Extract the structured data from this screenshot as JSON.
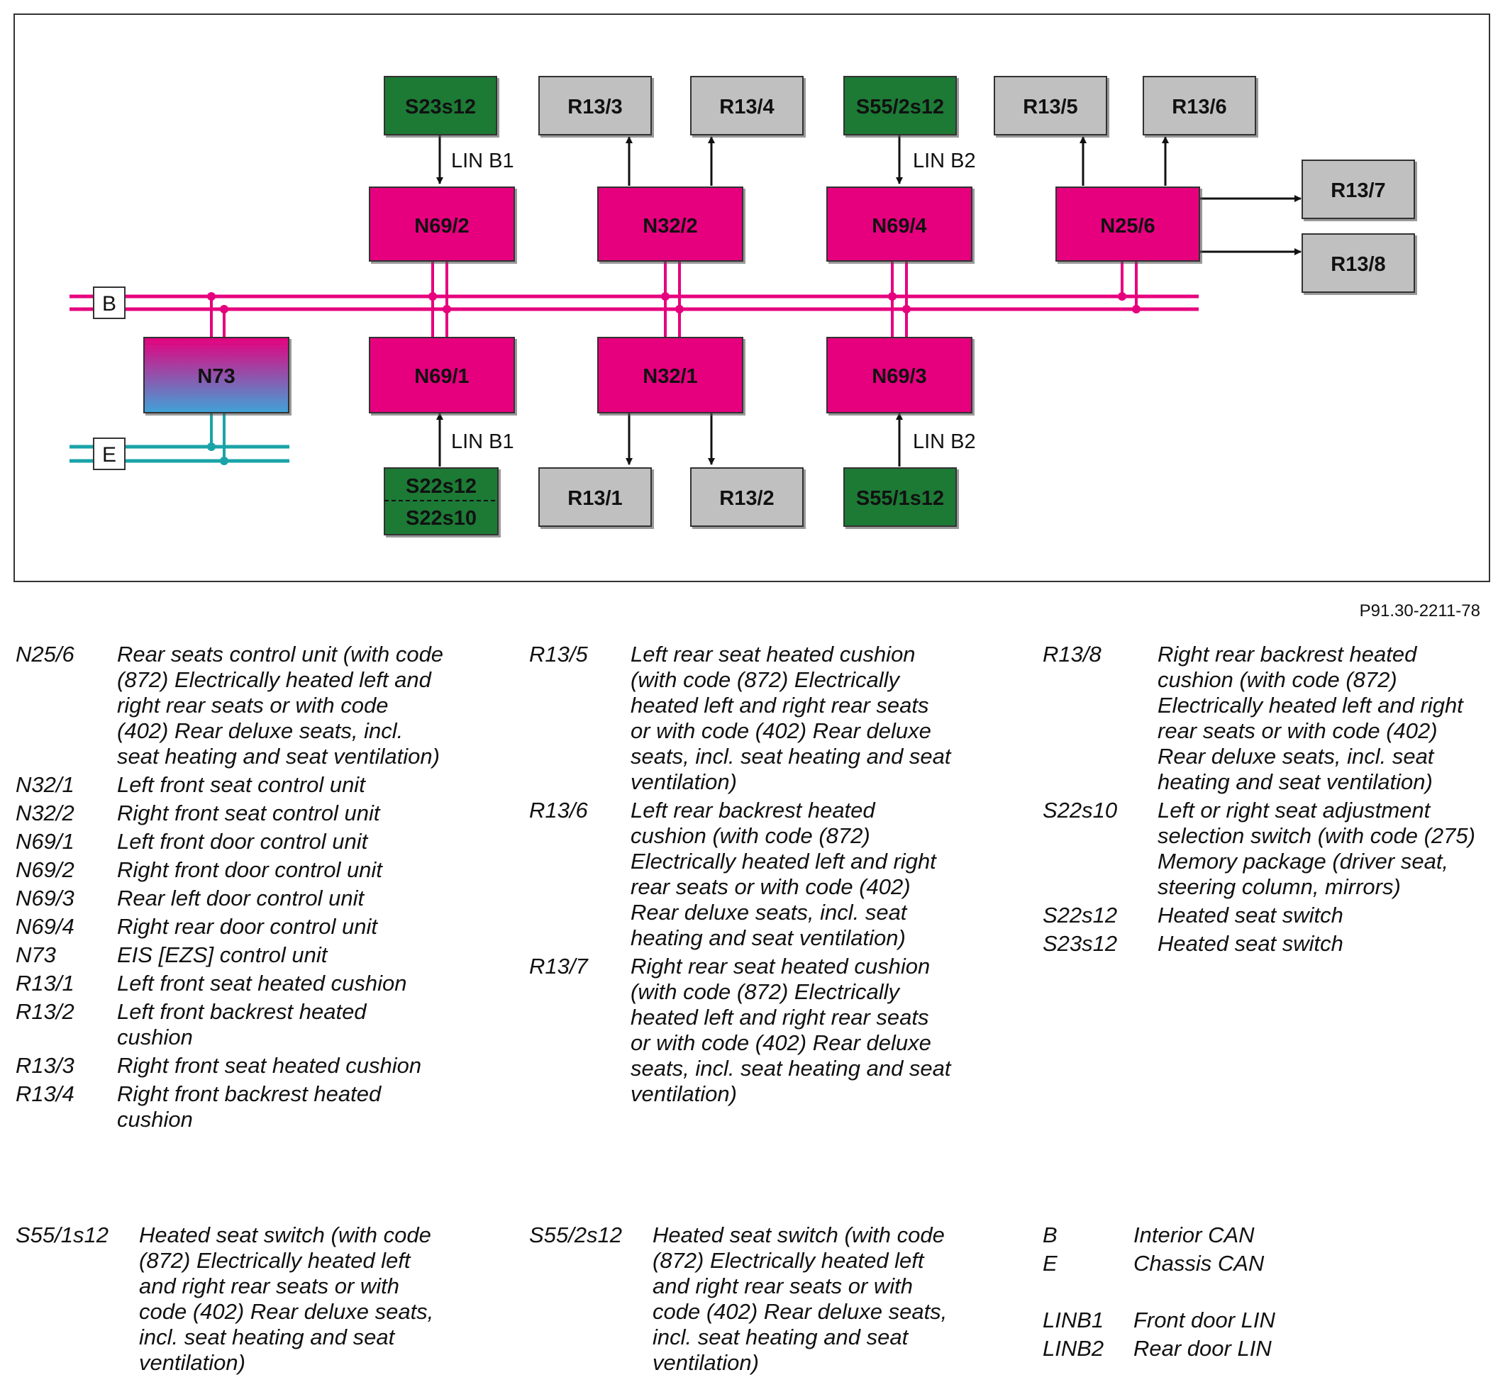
{
  "diagram": {
    "nodes": [
      {
        "id": "S23s12",
        "label": "S23s12"
      },
      {
        "id": "R13/3",
        "label": "R13/3"
      },
      {
        "id": "R13/4",
        "label": "R13/4"
      },
      {
        "id": "S55/2s12",
        "label": "S55/2s12"
      },
      {
        "id": "R13/5",
        "label": "R13/5"
      },
      {
        "id": "R13/6",
        "label": "R13/6"
      },
      {
        "id": "N69/2",
        "label": "N69/2"
      },
      {
        "id": "N32/2",
        "label": "N32/2"
      },
      {
        "id": "N69/4",
        "label": "N69/4"
      },
      {
        "id": "N25/6",
        "label": "N25/6"
      },
      {
        "id": "R13/7",
        "label": "R13/7"
      },
      {
        "id": "R13/8",
        "label": "R13/8"
      },
      {
        "id": "N73",
        "label": "N73"
      },
      {
        "id": "N69/1",
        "label": "N69/1"
      },
      {
        "id": "N32/1",
        "label": "N32/1"
      },
      {
        "id": "N69/3",
        "label": "N69/3"
      },
      {
        "id": "S22s12",
        "label": "S22s12"
      },
      {
        "id": "S22s10",
        "label": "S22s10"
      },
      {
        "id": "R13/1",
        "label": "R13/1"
      },
      {
        "id": "R13/2",
        "label": "R13/2"
      },
      {
        "id": "S55/1s12",
        "label": "S55/1s12"
      }
    ],
    "lin_labels": {
      "top_left": "LIN B1",
      "top_right": "LIN B2",
      "bottom_left": "LIN B1",
      "bottom_right": "LIN B2"
    },
    "bus_labels": {
      "interior": "B",
      "chassis": "E"
    },
    "edges": [
      {
        "from": "S23s12",
        "to": "N69/2",
        "label": "LIN B1"
      },
      {
        "from": "N32/2",
        "to": "R13/3"
      },
      {
        "from": "N32/2",
        "to": "R13/4"
      },
      {
        "from": "S55/2s12",
        "to": "N69/4",
        "label": "LIN B2"
      },
      {
        "from": "N25/6",
        "to": "R13/5"
      },
      {
        "from": "N25/6",
        "to": "R13/6"
      },
      {
        "from": "N25/6",
        "to": "R13/7"
      },
      {
        "from": "N25/6",
        "to": "R13/8"
      },
      {
        "from": "S22s12",
        "to": "N69/1",
        "label": "LIN B1"
      },
      {
        "from": "N32/1",
        "to": "R13/1"
      },
      {
        "from": "N32/1",
        "to": "R13/2"
      },
      {
        "from": "S55/1s12",
        "to": "N69/3",
        "label": "LIN B2"
      }
    ],
    "colors": {
      "control_unit": "#e6007e",
      "switch": "#1f7a35",
      "heater": "#c0c0c0",
      "bus_b": "#e6007e",
      "bus_e": "#1aa3a8",
      "n73_top": "#e6007e",
      "n73_bottom": "#3fa3d8"
    }
  },
  "doc_code": "P91.30-2211-78",
  "legend": {
    "col1": [
      {
        "key": "N25/6",
        "desc": "Rear seats control unit (with code\n(872) Electrically heated left and\nright rear seats or with code\n(402) Rear deluxe seats, incl.\nseat heating and seat ventilation)"
      },
      {
        "key": "N32/1",
        "desc": "Left front seat control unit"
      },
      {
        "key": "N32/2",
        "desc": "Right front seat control unit"
      },
      {
        "key": "N69/1",
        "desc": "Left front door control unit"
      },
      {
        "key": "N69/2",
        "desc": "Right front door control unit"
      },
      {
        "key": "N69/3",
        "desc": "Rear left door control unit"
      },
      {
        "key": "N69/4",
        "desc": "Right rear door control unit"
      },
      {
        "key": "N73",
        "desc": "EIS [EZS] control unit"
      },
      {
        "key": "R13/1",
        "desc": "Left front seat heated cushion"
      },
      {
        "key": "R13/2",
        "desc": "Left front backrest heated\ncushion"
      },
      {
        "key": "R13/3",
        "desc": "Right front seat heated cushion"
      },
      {
        "key": "R13/4",
        "desc": "Right front backrest heated\ncushion"
      }
    ],
    "col2": [
      {
        "key": "R13/5",
        "desc": "Left rear seat heated cushion\n(with code (872) Electrically\nheated left and right rear seats\nor with code (402) Rear deluxe\nseats, incl. seat heating and seat\nventilation)"
      },
      {
        "key": "R13/6",
        "desc": "Left rear backrest heated\ncushion (with code (872)\nElectrically heated left and right\nrear seats or with code (402)\nRear deluxe seats, incl. seat\nheating and seat ventilation)"
      },
      {
        "key": "R13/7",
        "desc": "Right rear seat heated cushion\n(with code (872) Electrically\nheated left and right rear seats\nor with code (402) Rear deluxe\nseats, incl. seat heating and seat\nventilation)"
      }
    ],
    "col3": [
      {
        "key": "R13/8",
        "desc": "Right rear backrest heated\ncushion (with code (872)\nElectrically heated left and right\nrear seats or with code (402)\nRear deluxe seats, incl. seat\nheating and seat ventilation)"
      },
      {
        "key": "S22s10",
        "desc": "Left or right seat adjustment\nselection switch (with code (275)\nMemory package (driver seat,\nsteering column, mirrors)"
      },
      {
        "key": "S22s12",
        "desc": "Heated seat switch"
      },
      {
        "key": "S23s12",
        "desc": "Heated seat switch"
      }
    ],
    "bottom1": [
      {
        "key": "S55/1s12",
        "desc": "Heated seat switch (with code\n(872) Electrically heated left\nand right rear seats or with\ncode (402) Rear deluxe seats,\nincl. seat heating and seat\nventilation)"
      }
    ],
    "bottom2": [
      {
        "key": "S55/2s12",
        "desc": "Heated seat switch (with code\n(872) Electrically heated left\nand right rear seats or with\ncode (402) Rear deluxe seats,\nincl. seat heating and seat\nventilation)"
      }
    ],
    "bottom3": [
      {
        "key": "B",
        "desc": "Interior CAN"
      },
      {
        "key": "E",
        "desc": "Chassis CAN"
      },
      {
        "key": "LINB1",
        "desc": "Front door LIN"
      },
      {
        "key": "LINB2",
        "desc": "Rear door LIN"
      }
    ]
  }
}
